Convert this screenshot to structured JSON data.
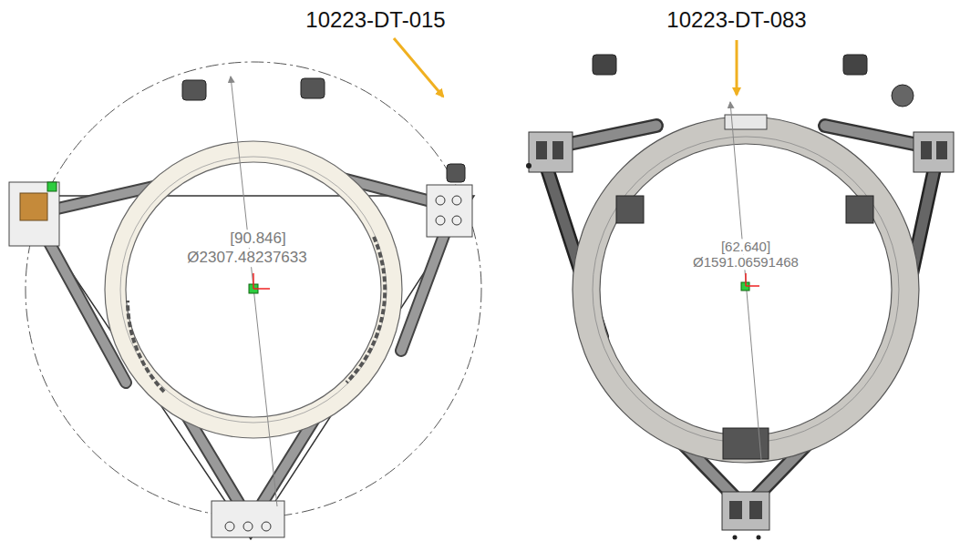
{
  "diagram": {
    "labels": [
      "10223-DT-015",
      "10223-DT-083",
      "[90.846]",
      "Ø2307.48237633",
      "[62.640]",
      "Ø1591.06591468"
    ]
  }
}
